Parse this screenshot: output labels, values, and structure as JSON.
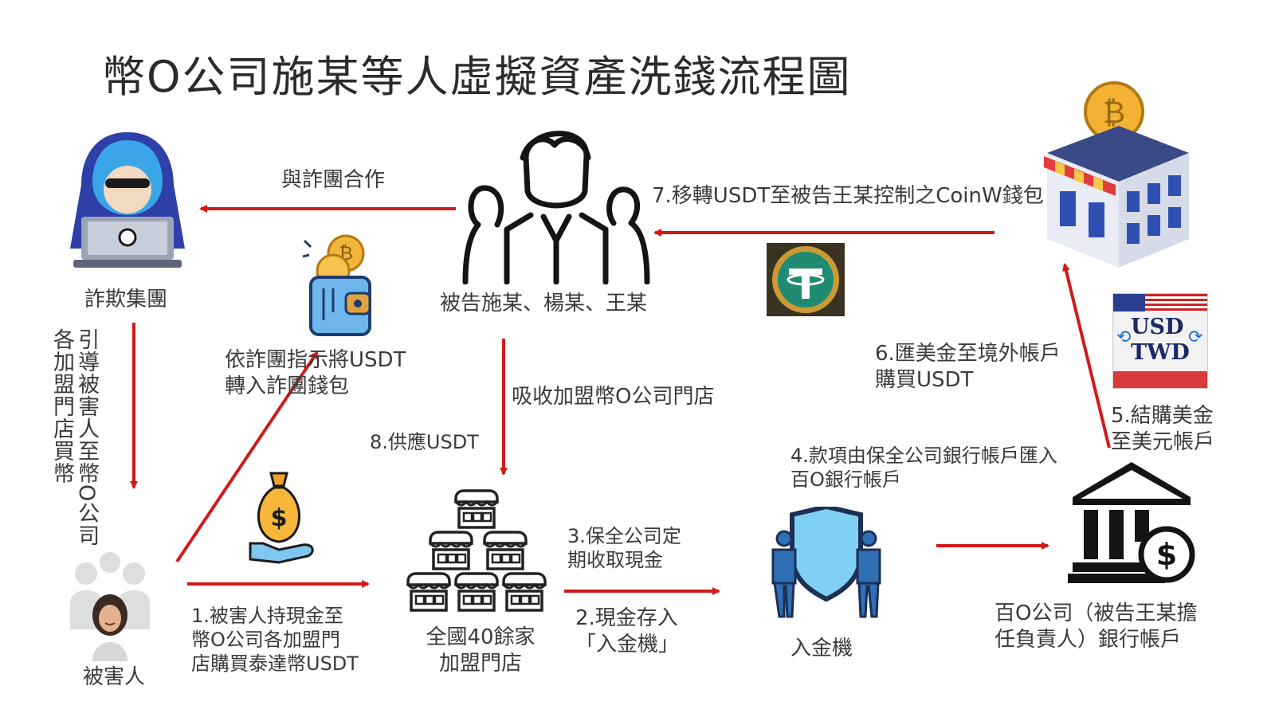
{
  "title": "幣O公司施某等人虛擬資產洗錢流程圖",
  "nodes": {
    "fraud_group": "詐欺集團",
    "defendants": "被告施某、楊某、王某",
    "victim": "被害人",
    "stores": [
      "全國40餘家",
      "加盟門店"
    ],
    "deposit_machine": "入金機",
    "bank_account": [
      "百O公司（被告王某擔",
      "任負責人）銀行帳戶"
    ],
    "usd_twd_badge": [
      "USD",
      "TWD"
    ]
  },
  "edges": {
    "cooperate": "與詐團合作",
    "guide_victim": [
      "引導被害人至幣O公司",
      "各加盟門店買幣"
    ],
    "transfer_wallet": [
      "依詐團指示將USDT",
      "轉入詐團錢包"
    ],
    "absorb_stores": "吸收加盟幣O公司門店",
    "supply_usdt": "8.供應USDT",
    "step1": [
      "1.被害人持現金至",
      "幣O公司各加盟門",
      "店購買泰達幣USDT"
    ],
    "step2": [
      "2.現金存入",
      "「入金機」"
    ],
    "step3": [
      "3.保全公司定",
      "期收取現金"
    ],
    "step4": [
      "4.款項由保全公司銀行帳戶匯入",
      "百O銀行帳戶"
    ],
    "step5": [
      "5.結購美金",
      "至美元帳戶"
    ],
    "step6": [
      "6.匯美金至境外帳戶",
      "購買USDT"
    ],
    "step7": "7.移轉USDT至被告王某控制之CoinW錢包"
  },
  "colors": {
    "arrow": "#d11a1a",
    "text": "#3a3a3a",
    "accent_blue": "#2e8bd9"
  }
}
